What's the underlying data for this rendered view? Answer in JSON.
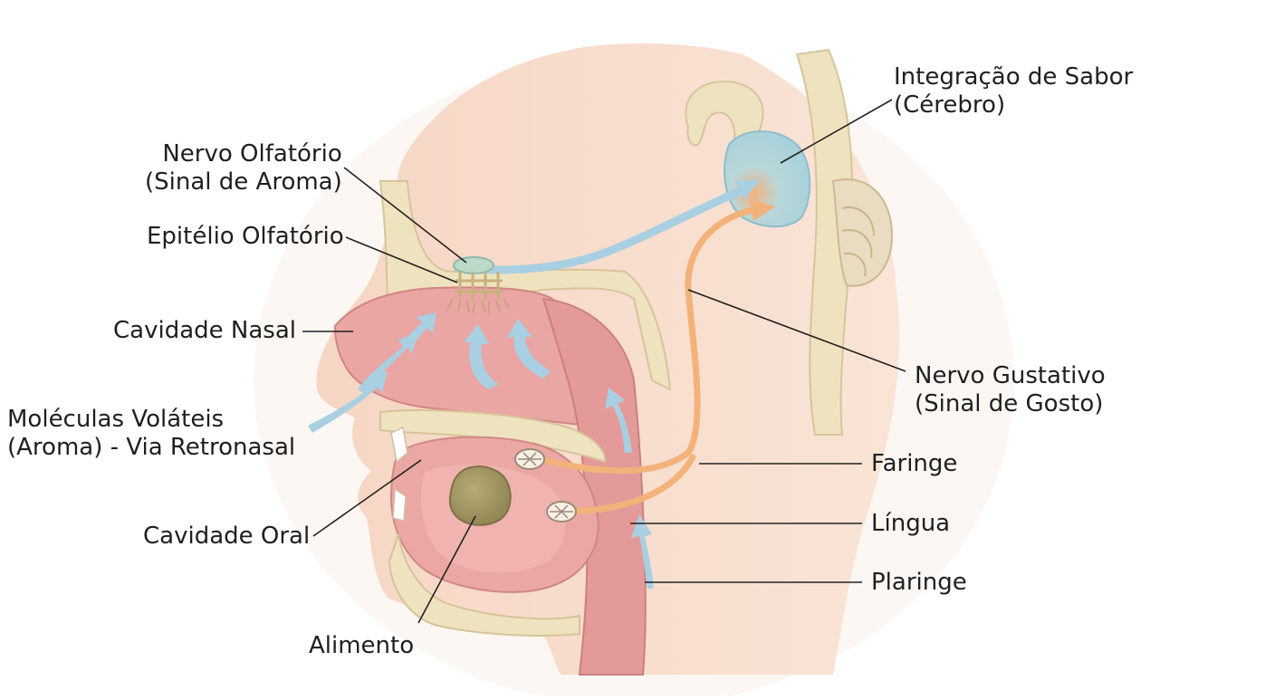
{
  "labels": {
    "brain": [
      "Integração de Sabor",
      "(Cérebro)"
    ],
    "olfactory_nerve": [
      "Nervo Olfatório",
      "(Sinal de Aroma)"
    ],
    "olfactory_epithelium": [
      "Epitélio Olfatório"
    ],
    "nasal_cavity": [
      "Cavidade Nasal"
    ],
    "volatile_molecules": [
      "Moléculas Voláteis",
      "(Aroma) - Via Retronasal"
    ],
    "oral_cavity": [
      "Cavidade Oral"
    ],
    "food": [
      "Alimento"
    ],
    "gustatory_nerve": [
      "Nervo Gustativo",
      "(Sinal de Gosto)"
    ],
    "pharynx": [
      "Faringe"
    ],
    "tongue": [
      "Língua"
    ],
    "plaringe": [
      "Plaringe"
    ]
  },
  "colors": {
    "skin": "#f7dccb",
    "tissue": "#e8a0a0",
    "bone": "#efe3bf",
    "aroma_arrow": "#a9cfe2",
    "taste_arrow": "#f3b27a",
    "brain": "#a8d3df",
    "food": "#a39660",
    "line": "#222222"
  },
  "icons": [
    "aroma-arrow-icon",
    "taste-bud-icon",
    "food-bolus-icon"
  ]
}
